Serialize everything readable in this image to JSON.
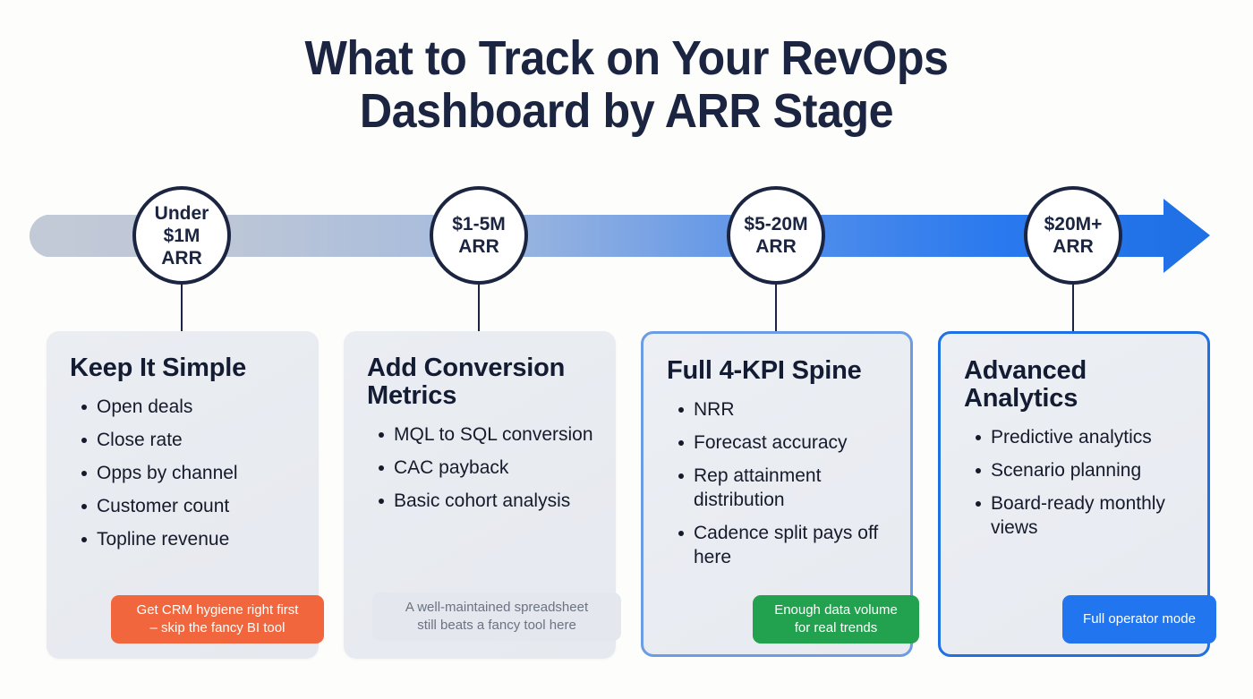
{
  "title": {
    "line1": "What to Track on Your RevOps",
    "line2": "Dashboard by ARR Stage"
  },
  "colors": {
    "background": "#fdfdfb",
    "title_text": "#1b2541",
    "arrow_start": "#c3cad7",
    "arrow_end": "#1f6fe5",
    "circle_border": "#1b2541",
    "card_background": "#e8ebf1",
    "card_border_light": "#6b9ce4",
    "card_border_strong": "#1f6fe5",
    "badge_orange": "#f1663c",
    "badge_muted_bg": "#e4e7ee",
    "badge_muted_text": "#6c7282",
    "badge_green": "#22a14e",
    "badge_blue": "#2176f0"
  },
  "timeline": {
    "stages": [
      {
        "line1": "Under",
        "line2": "$1M",
        "line3": "ARR"
      },
      {
        "line1": "$1-5M",
        "line2": "ARR",
        "line3": ""
      },
      {
        "line1": "$5-20M",
        "line2": "ARR",
        "line3": ""
      },
      {
        "line1": "$20M+",
        "line2": "ARR",
        "line3": ""
      }
    ]
  },
  "cards": [
    {
      "title": "Keep It Simple",
      "items": [
        "Open deals",
        "Close rate",
        "Opps by channel",
        "Customer count",
        "Topline revenue"
      ],
      "badge": {
        "line1": "Get CRM hygiene right first",
        "line2": "– skip the fancy BI tool",
        "style": "orange"
      }
    },
    {
      "title": "Add Conversion Metrics",
      "items": [
        "MQL to SQL conversion",
        "CAC payback",
        "Basic cohort analysis"
      ],
      "badge": {
        "line1": "A well-maintained spreadsheet",
        "line2": "still beats a fancy tool here",
        "style": "muted"
      }
    },
    {
      "title": "Full 4-KPI Spine",
      "items": [
        "NRR",
        "Forecast accuracy",
        "Rep attainment distribution",
        "Cadence split pays off here"
      ],
      "badge": {
        "line1": "Enough data volume",
        "line2": "for real trends",
        "style": "green"
      }
    },
    {
      "title": "Advanced Analytics",
      "items": [
        "Predictive analytics",
        "Scenario planning",
        "Board-ready monthly views"
      ],
      "badge": {
        "line1": "Full operator mode",
        "line2": "",
        "style": "blue"
      }
    }
  ]
}
